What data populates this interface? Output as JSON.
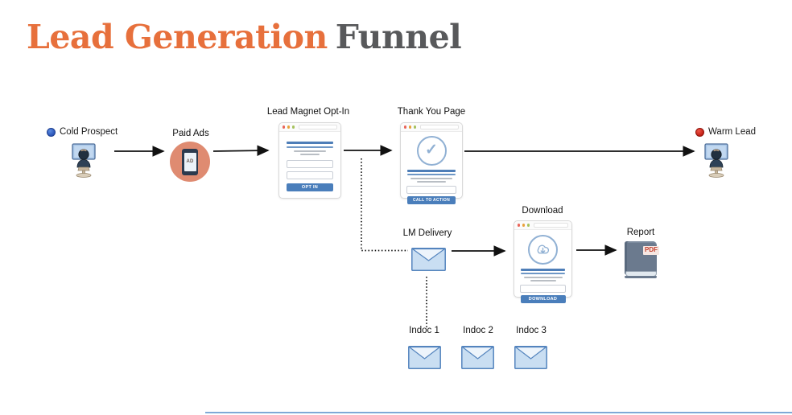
{
  "title": {
    "highlight": "Lead Generation",
    "rest": "Funnel"
  },
  "nodes": {
    "cold_prospect": {
      "label": "Cold Prospect"
    },
    "paid_ads": {
      "label": "Paid Ads",
      "screen_text": "AD"
    },
    "lead_magnet": {
      "label": "Lead Magnet Opt-In",
      "button_label": "OPT IN"
    },
    "thank_you": {
      "label": "Thank You Page",
      "button_label": "CALL TO ACTION"
    },
    "warm_lead": {
      "label": "Warm Lead"
    },
    "lm_delivery": {
      "label": "LM Delivery"
    },
    "download": {
      "label": "Download",
      "button_label": "DOWNLOAD"
    },
    "report": {
      "label": "Report",
      "badge": "PDF"
    },
    "indoc_emails": [
      {
        "label": "Indoc 1"
      },
      {
        "label": "Indoc 2"
      },
      {
        "label": "Indoc 3"
      }
    ]
  },
  "icons": {
    "cold_prospect": "person-at-computer-icon",
    "warm_lead": "person-at-computer-icon",
    "paid_ads": "tablet-ad-icon",
    "lm_delivery": "envelope-icon",
    "indoc": "envelope-icon",
    "report": "pdf-book-icon",
    "thank_you": "checkmark-circle-icon",
    "download": "cloud-download-icon"
  },
  "colors": {
    "title_highlight": "#E7703C",
    "title_rest": "#58595B",
    "cold_dot_blue": "#2B55B8",
    "warm_dot_red": "#C01F14",
    "button_blue": "#4A7EBB",
    "paid_ads_circle": "#DF8B71",
    "envelope_fill": "#C9DEF2",
    "envelope_stroke": "#5585BE",
    "arrow_black": "#111111",
    "bottom_line_blue": "#7FA9D6"
  }
}
